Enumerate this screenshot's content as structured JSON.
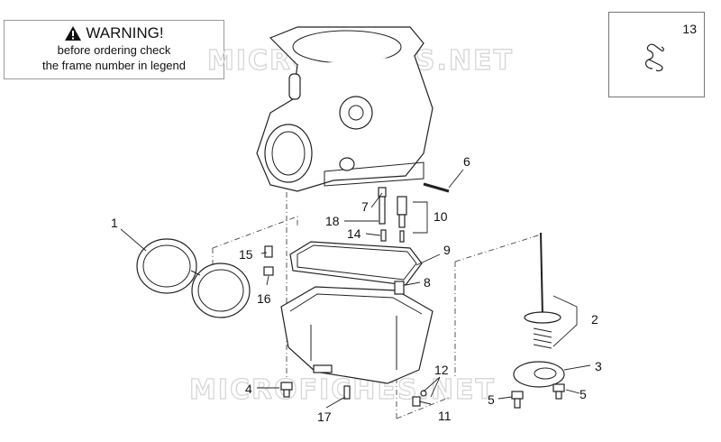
{
  "warning": {
    "title": "WARNING!",
    "line1": "before ordering check",
    "line2": "the frame number in legend"
  },
  "watermark": "MICROFICHES.NET",
  "detail_box": {
    "number": "13"
  },
  "callouts": {
    "c1": "1",
    "c2": "2",
    "c3": "3",
    "c4": "4",
    "c5a": "5",
    "c5b": "5",
    "c6": "6",
    "c7": "7",
    "c8": "8",
    "c9": "9",
    "c10": "10",
    "c11": "11",
    "c12": "12",
    "c14": "14",
    "c15": "15",
    "c16": "16",
    "c17": "17",
    "c18": "18"
  }
}
